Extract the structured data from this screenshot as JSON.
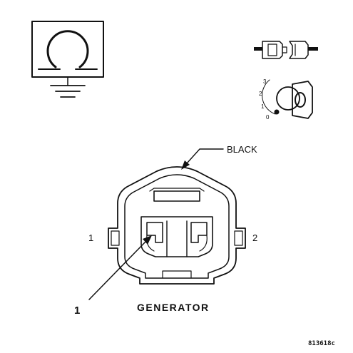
{
  "diagram": {
    "ohmmeter": {
      "icon": "ohmmeter-ground-icon"
    },
    "connector_symbol": {
      "icon": "connector-disconnected-icon"
    },
    "ignition": {
      "icon": "ignition-key-icon",
      "positions": [
        "3",
        "2",
        "1",
        "0"
      ]
    },
    "connector": {
      "color_label": "BLACK",
      "pin_left": "1",
      "pin_right": "2",
      "callout": "1",
      "name": "GENERATOR"
    },
    "figure_id": "813618c"
  }
}
